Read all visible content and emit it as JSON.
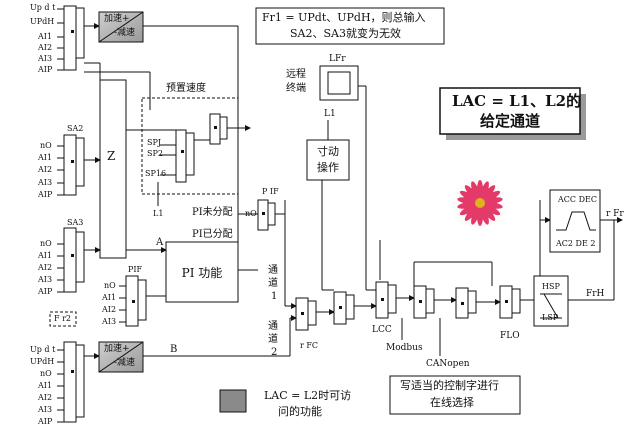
{
  "note_fr1": {
    "line1": "Fr1 = UPdt、UPdH，则总输入",
    "line2": "SA2、SA3就变为无效"
  },
  "title_box": {
    "line1": "LAC = L1、L2的",
    "line2": "给定通道"
  },
  "bottom_note": {
    "line1": "写适当的控制字进行",
    "line2": "在线选择"
  },
  "legend": {
    "line1": "LAC = L2时可访",
    "line2": "问的功能",
    "swatch_color": "#8a8a8a"
  },
  "block_acc_top": {
    "line1": "加速+",
    "line2": "-减速"
  },
  "block_acc_bottom": {
    "line1": "加速+",
    "line2": "-减速"
  },
  "preset_title": "预置速度",
  "preset_inputs": [
    "SPJ",
    "SP2",
    "SP16"
  ],
  "preset_label_L1": "L1",
  "z_label": "Z",
  "pi_block": "PI 功能",
  "pi_unassigned": "PI未分配",
  "pi_assigned": "PI已分配",
  "node_A": "A",
  "node_B": "B",
  "pif_top": "P IF",
  "pif_top_no": "nO",
  "pif_left": "PIF",
  "channel1": [
    "通",
    "道",
    "1"
  ],
  "channel2": [
    "通",
    "道",
    "2"
  ],
  "rfc": "r FC",
  "remote_terminal": {
    "line1": "远程",
    "line2": "终端"
  },
  "lfr": "LFr",
  "l1_label": "L1",
  "manual_op": {
    "line1": "寸动",
    "line2": "操作"
  },
  "lcc": "LCC",
  "modbus": "Modbus",
  "canopen": "CANopen",
  "flo": "FLO",
  "ramp_box": {
    "top": "ACC DEC",
    "bottom": "AC2  DE 2"
  },
  "rfr": "r Fr",
  "hsp": "HSP",
  "lsp": "LSP",
  "frh": "FrH",
  "sa2": "SA2",
  "sa3": "SA3",
  "fr2": "F r2",
  "top_inputs": [
    "Up d t",
    "UPdH",
    "AI1",
    "AI2",
    "AI3",
    "AIP"
  ],
  "sa2_inputs": [
    "nO",
    "AI1",
    "AI2",
    "AI3",
    "AIP"
  ],
  "sa3_inputs": [
    "nO",
    "AI1",
    "AI2",
    "AI3",
    "AIP"
  ],
  "pif_inputs": [
    "nO",
    "AI1",
    "AI2",
    "AI3"
  ],
  "bottom_inputs": [
    "Up d t",
    "UPdH",
    "nO",
    "AI1",
    "AI2",
    "AI3",
    "AIP"
  ],
  "flower": {
    "petal_color": "#e43a6a",
    "center_color": "#e0b020"
  }
}
